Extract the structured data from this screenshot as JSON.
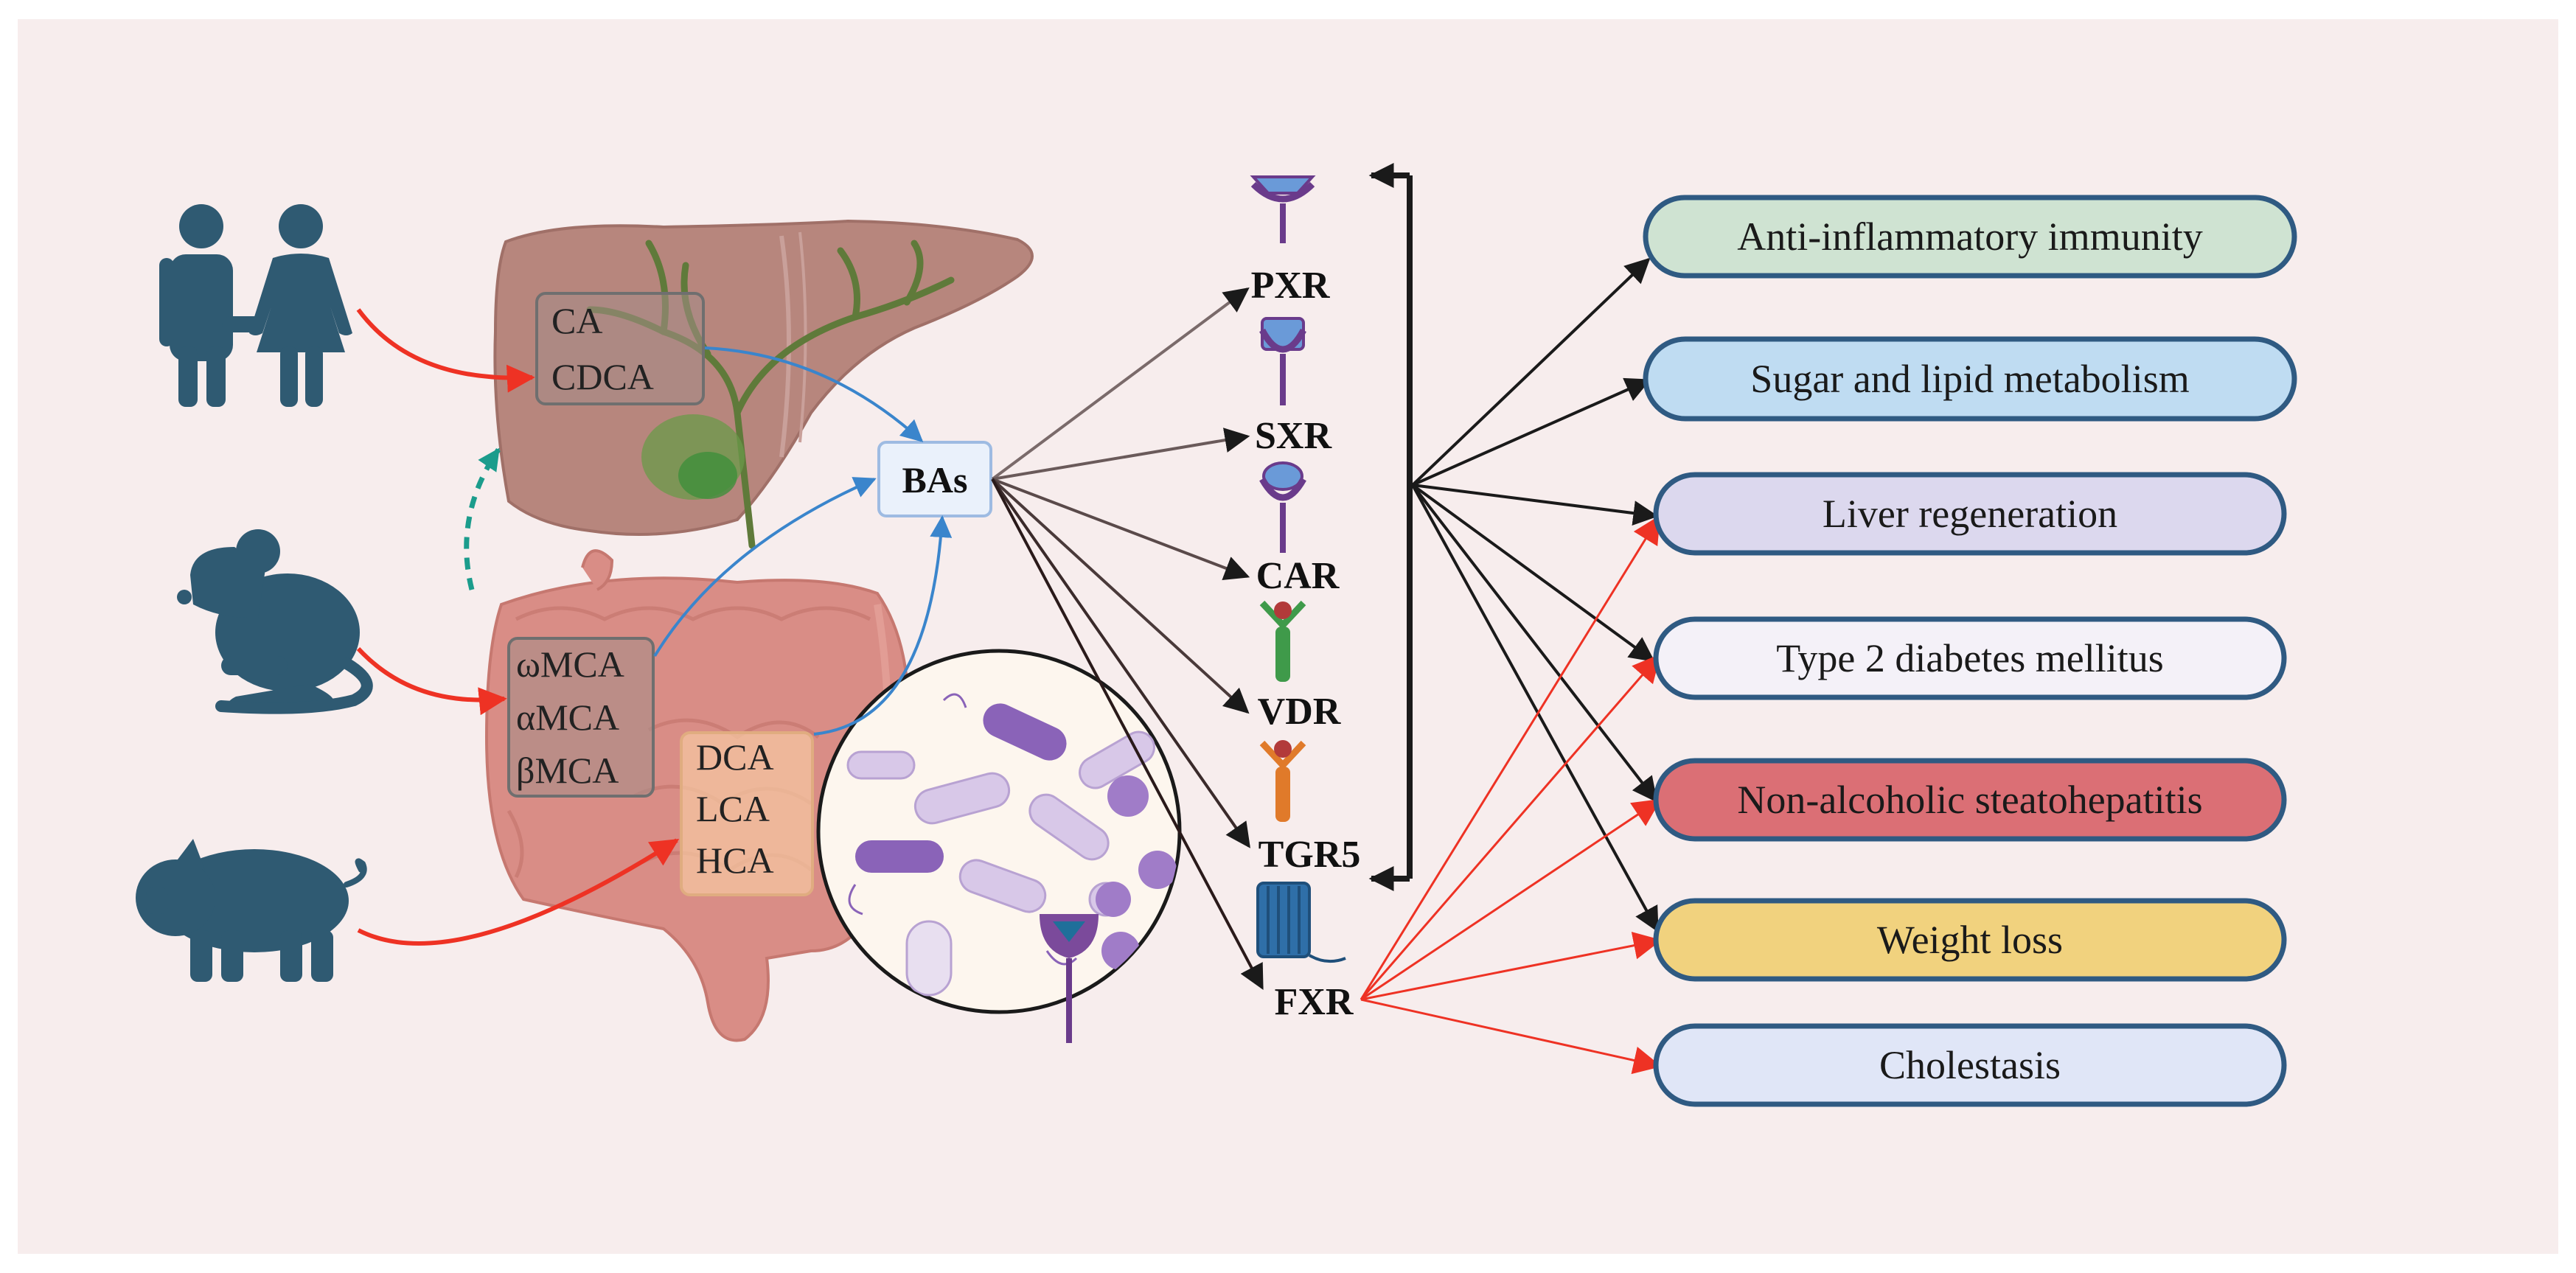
{
  "liver_acids": [
    "CA",
    "CDCA"
  ],
  "mouse_acids": [
    "ωMCA",
    "αMCA",
    "βMCA"
  ],
  "secondary_acids": [
    "DCA",
    "LCA",
    "HCA"
  ],
  "bile_acid_node": "BAs",
  "receptors": [
    "PXR",
    "SXR",
    "CAR",
    "VDR",
    "TGR5",
    "FXR"
  ],
  "outcomes": [
    {
      "label": "Anti-inflammatory immunity",
      "color": "#cfe3d2"
    },
    {
      "label": "Sugar and lipid metabolism",
      "color": "#bfdcf2"
    },
    {
      "label": "Liver regeneration",
      "color": "#dcd8ee"
    },
    {
      "label": "Type 2 diabetes mellitus",
      "color": "#f4f1f8"
    },
    {
      "label": "Non-alcoholic steatohepatitis",
      "color": "#db6f75"
    },
    {
      "label": "Weight loss",
      "color": "#f1d27e"
    },
    {
      "label": "Cholestasis",
      "color": "#e0e6f7"
    }
  ],
  "colors": {
    "background": "#f7eded",
    "silhouette": "#2f5a72",
    "box_border": "#2f5a82",
    "red_arrow": "#ee3224",
    "blue_arrow": "#3a85cc",
    "teal_arrow": "#1b9c8c",
    "black_arrow": "#1a1a1a"
  },
  "icons": [
    "human-couple-icon",
    "mouse-icon",
    "pig-icon",
    "liver-icon",
    "intestine-icon",
    "gut-microbiota-icon",
    "receptor-icon"
  ]
}
